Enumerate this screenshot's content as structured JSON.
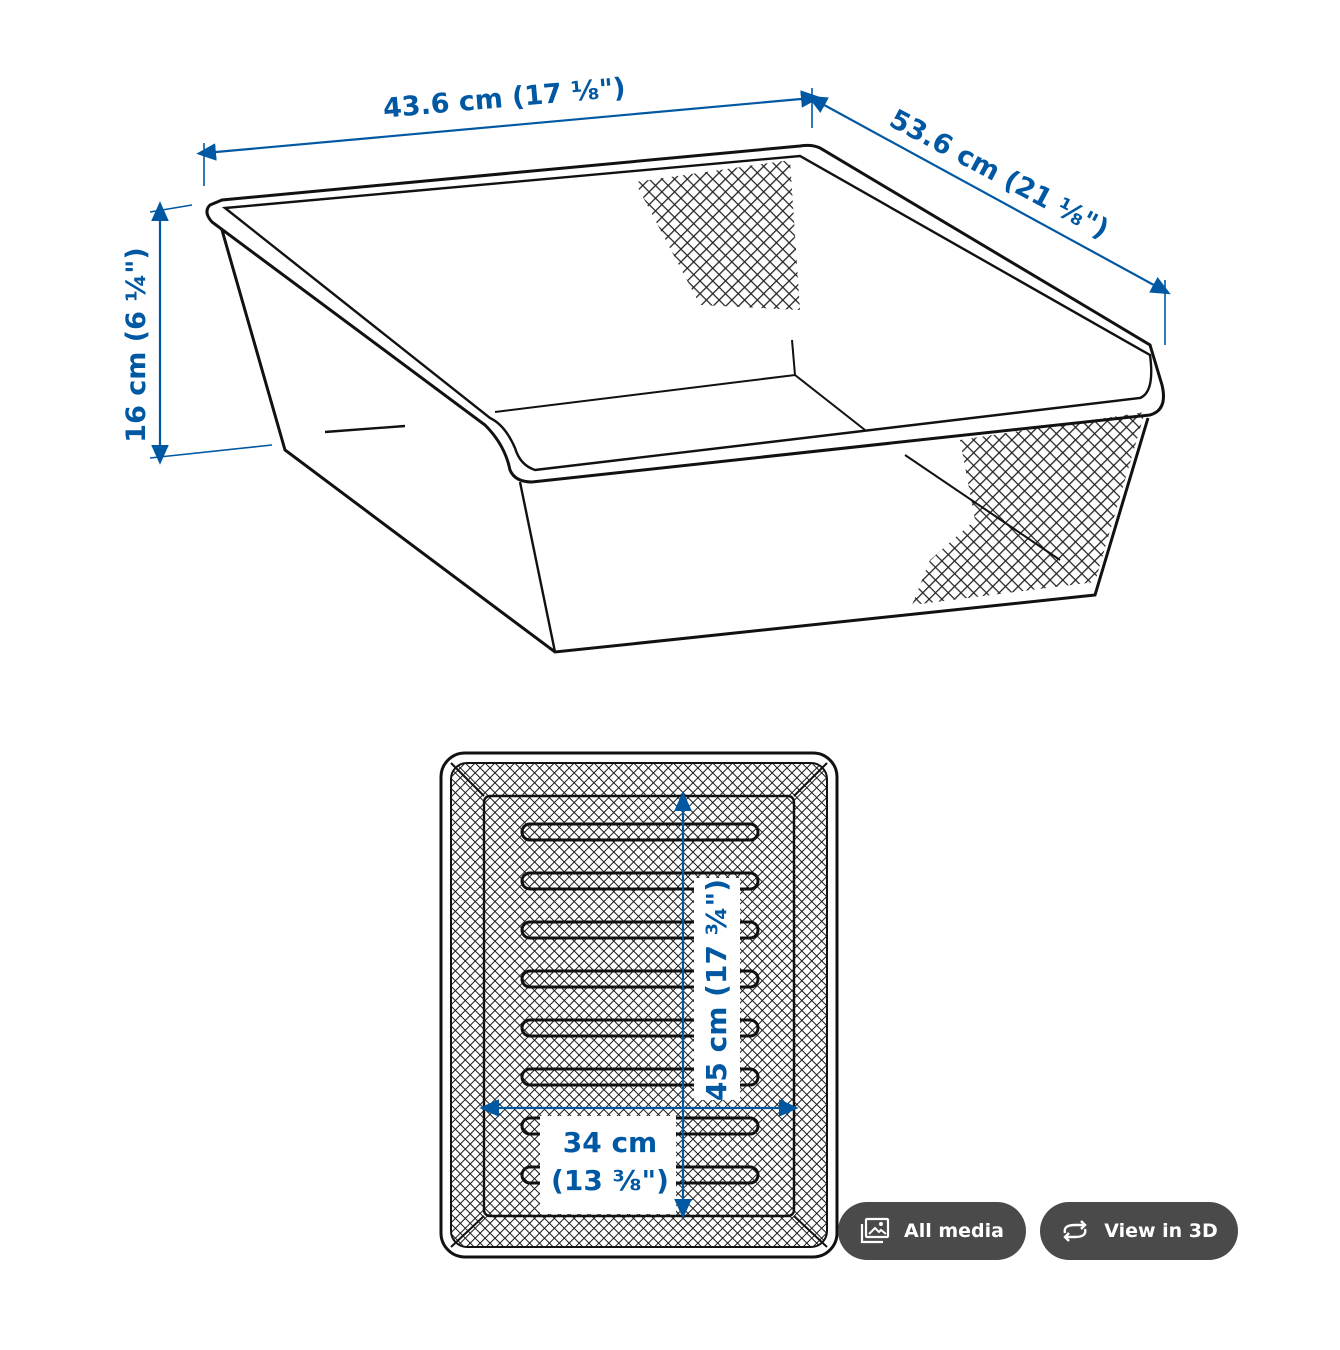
{
  "top_view": {
    "width_label": "43.6 cm (17 ⅛\")",
    "depth_label": "53.6 cm (21 ⅛\")",
    "height_label": "16 cm (6 ¼\")"
  },
  "bottom_view": {
    "inner_length_label": "45 cm (17 ¾\")",
    "inner_width_label_line1": "34 cm",
    "inner_width_label_line2": "(13 ⅜\")"
  },
  "actions": {
    "all_media_label": "All media",
    "all_media_icon": "gallery-icon",
    "view_3d_label": "View in 3D",
    "view_3d_icon": "rotate-3d-icon"
  },
  "colors": {
    "dimension": "#0058a3",
    "button_bg": "#4a4a4a",
    "button_text": "#ffffff"
  }
}
